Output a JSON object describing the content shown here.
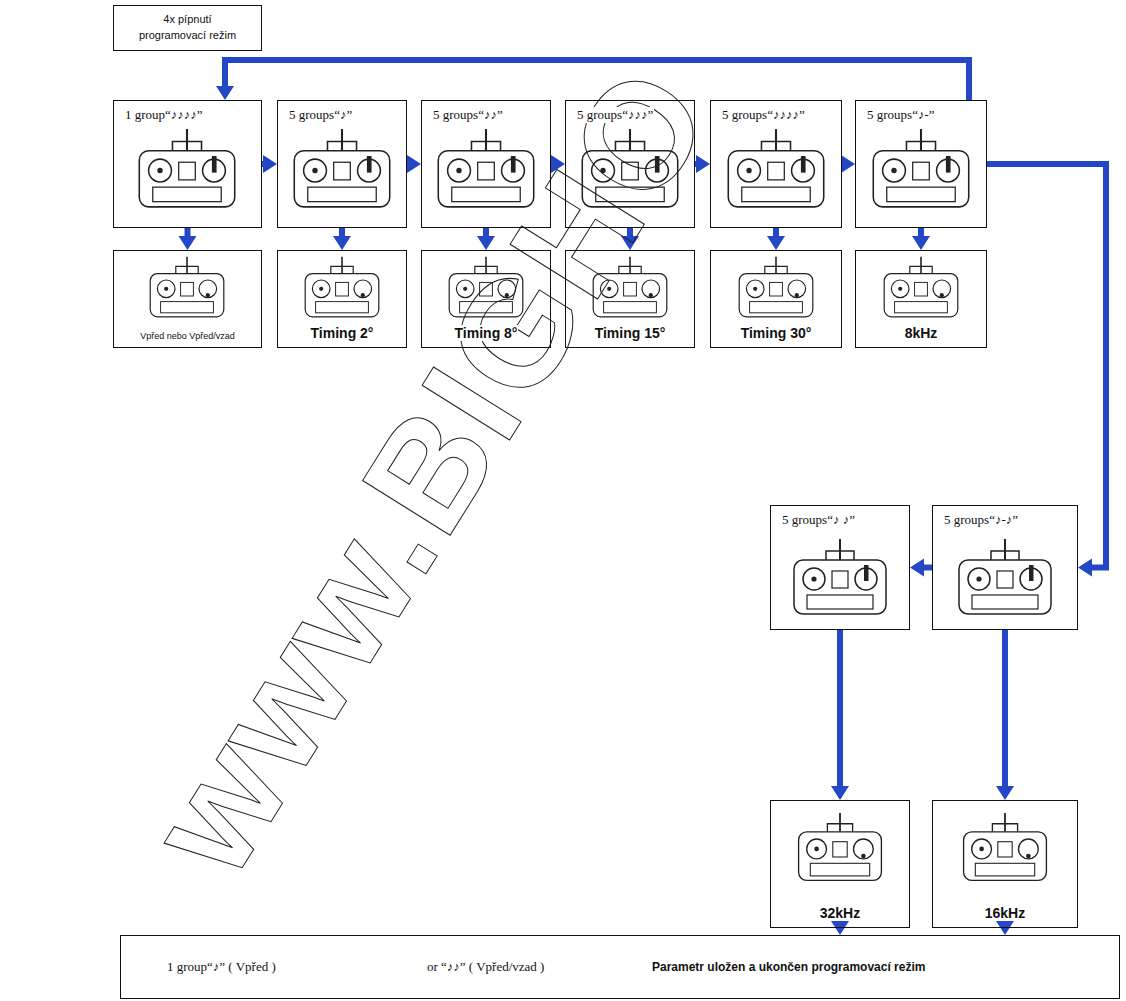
{
  "diagram": {
    "nodes": [
      {
        "text": [
          "4x pípnutí programovací režim"
        ]
      },
      {
        "text": [
          "1 group“♪♪♪♪”"
        ]
      },
      {
        "text": [
          "5 groups“♪”"
        ]
      },
      {
        "text": [
          "5 groups“♪♪”"
        ]
      },
      {
        "text": [
          "5 groups“♪♪♪”"
        ]
      },
      {
        "text": [
          "5 groups“♪♪♪♪”"
        ]
      },
      {
        "text": [
          "5 groups“♪-”"
        ]
      },
      {
        "text": [
          "Vpřed nebo Vpřed/vzad"
        ]
      },
      {
        "text": [
          "Timing 2°"
        ]
      },
      {
        "text": [
          "Timing 8°"
        ]
      },
      {
        "text": [
          "Timing 15°"
        ]
      },
      {
        "text": [
          "Timing 30°"
        ]
      },
      {
        "text": [
          "8kHz"
        ]
      },
      {
        "text": [
          "5 groups“♪ ♪”"
        ]
      },
      {
        "text": [
          "5 groups“♪-♪”"
        ]
      },
      {
        "text": [
          "32kHz"
        ]
      },
      {
        "text": [
          "16kHz"
        ]
      },
      {
        "text": [
          "1 group“♪” ( Vpřed )",
          "or “♪♪” ( Vpřed/vzad )",
          "Parametr uložen a ukončen programovací režim"
        ]
      }
    ],
    "edges": [
      {
        "from": 1,
        "to": 2,
        "arrow": "to"
      },
      {
        "from": 2,
        "to": 3,
        "arrow": "to"
      },
      {
        "from": 3,
        "to": 4,
        "arrow": "to"
      },
      {
        "from": 4,
        "to": 5,
        "arrow": "to"
      },
      {
        "from": 5,
        "to": 6,
        "arrow": "to"
      },
      {
        "from": 1,
        "to": 7,
        "arrow": "to"
      },
      {
        "from": 2,
        "to": 8,
        "arrow": "to"
      },
      {
        "from": 3,
        "to": 9,
        "arrow": "to"
      },
      {
        "from": 4,
        "to": 10,
        "arrow": "to"
      },
      {
        "from": 5,
        "to": 11,
        "arrow": "to"
      },
      {
        "from": 6,
        "to": 12,
        "arrow": "to"
      },
      {
        "from": 6,
        "to": 14,
        "arrow": "to"
      },
      {
        "from": 14,
        "to": 13,
        "arrow": "to"
      },
      {
        "from": 13,
        "to": 15,
        "arrow": "to"
      },
      {
        "from": 14,
        "to": 16,
        "arrow": "to"
      },
      {
        "from": 15,
        "to": 17,
        "arrow": "to"
      },
      {
        "from": 16,
        "to": 17,
        "arrow": "to"
      },
      {
        "from": 6,
        "to": 1,
        "arrow": "to"
      }
    ],
    "labels": [
      "www.BIGHO"
    ]
  }
}
